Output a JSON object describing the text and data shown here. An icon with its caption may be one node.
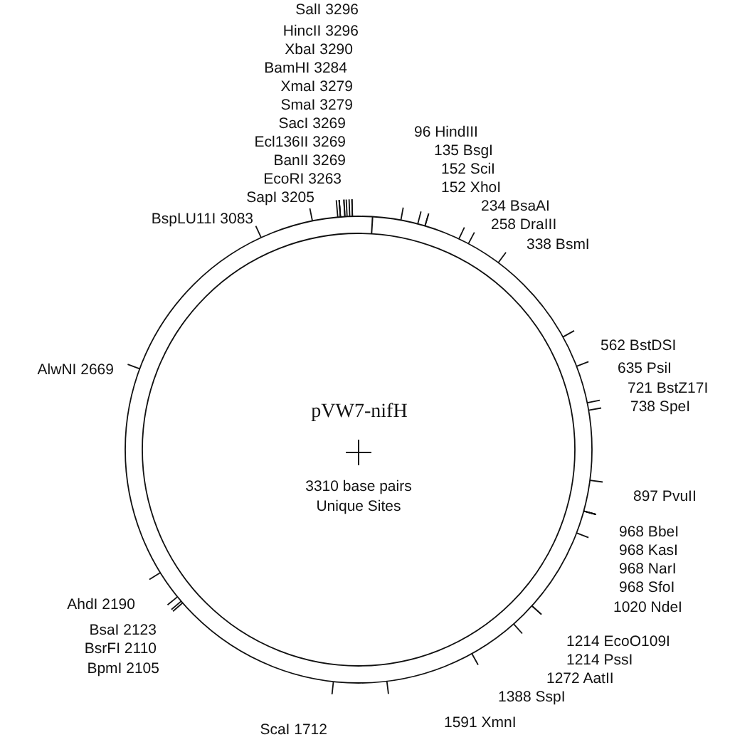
{
  "diagram": {
    "title": "pVW7-nifH",
    "labels": [
      "3310 base pairs",
      "Unique Sites",
      "SalI 3296",
      "HincII 3296",
      "XbaI 3290",
      "BamHI 3284",
      "XmaI 3279",
      "SmaI 3279",
      "SacI 3269",
      "Ecl136II 3269",
      "BanII 3269",
      "EcoRI 3263",
      "SapI 3205",
      "BspLU11I 3083",
      "96 HindIII",
      "135 BsgI",
      "152 SciI",
      "152 XhoI",
      "234 BsaAI",
      "258 DraIII",
      "338 BsmI",
      "562 BstDSI",
      "635 PsiI",
      "721 BstZ17I",
      "738 SpeI",
      "897 PvuII",
      "968 BbeI",
      "968 KasI",
      "968 NarI",
      "968 SfoI",
      "1020 NdeI",
      "1214 EcoO109I",
      "1214 PssI",
      "1272 AatII",
      "1388 SspI",
      "1591 XmnI",
      "ScaI 1712",
      "AhdI 2190",
      "BsaI 2123",
      "BsrFI 2110",
      "BpmI 2105",
      "AlwNI 2669"
    ]
  }
}
